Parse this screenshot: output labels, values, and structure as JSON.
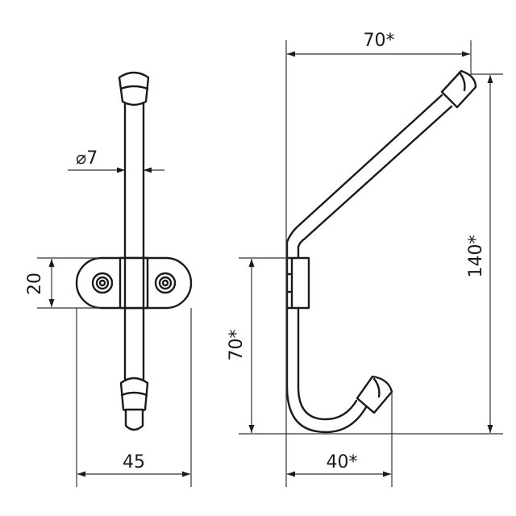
{
  "dimensions": {
    "rod_diameter": "⌀7",
    "plate_height": "20",
    "plate_width": "45",
    "total_width": "70*",
    "total_height": "140*",
    "lower_height": "70*",
    "lower_width": "40*"
  },
  "colors": {
    "line": "#1a1a1a",
    "background": "#ffffff"
  }
}
